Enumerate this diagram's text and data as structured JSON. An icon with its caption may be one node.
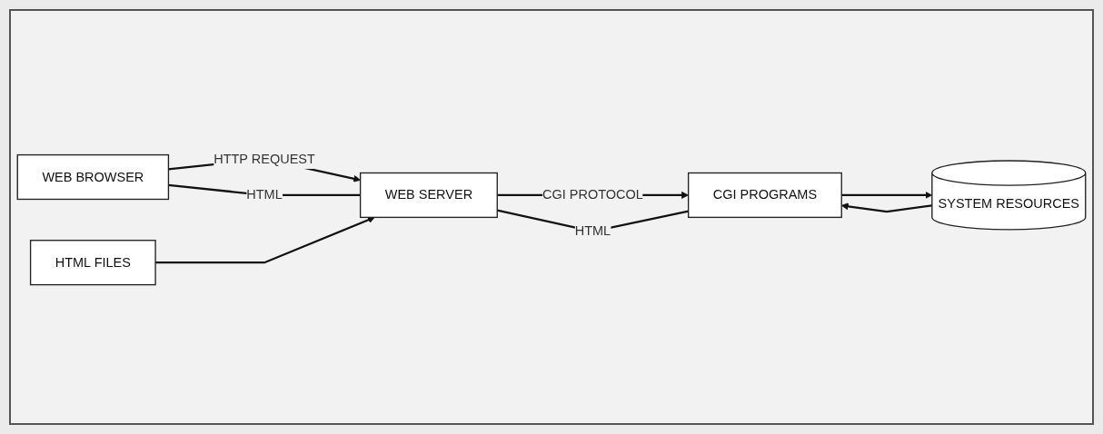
{
  "diagram": {
    "nodes": [
      {
        "text": [
          "WEB BROWSER"
        ]
      },
      {
        "text": [
          "WEB SERVER"
        ]
      },
      {
        "text": [
          "HTML FILES"
        ]
      },
      {
        "text": [
          "CGI PROGRAMS"
        ]
      },
      {
        "text": [
          "SYSTEM RESOURCES"
        ]
      }
    ],
    "edges": [
      {
        "from": 0,
        "to": 1,
        "arrow": "to",
        "label": "HTTP REQUEST"
      },
      {
        "from": 0,
        "to": 1,
        "arrow": "none",
        "label": "HTML"
      },
      {
        "from": 2,
        "to": 1,
        "arrow": "to"
      },
      {
        "from": 1,
        "to": 3,
        "arrow": "to",
        "label": "CGI PROTOCOL"
      },
      {
        "from": 1,
        "to": 3,
        "arrow": "none",
        "label": "HTML"
      },
      {
        "from": 3,
        "to": 4,
        "arrow": "to"
      },
      {
        "from": 4,
        "to": 3,
        "arrow": "to"
      }
    ]
  }
}
